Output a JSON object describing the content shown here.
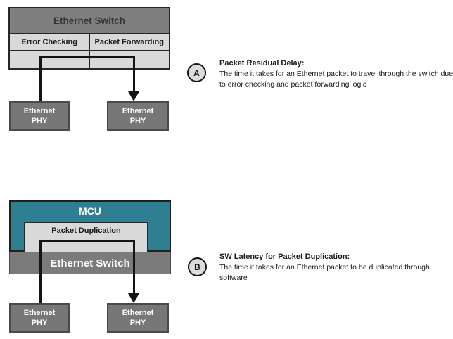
{
  "colors": {
    "mcu_teal": "#2F7F93",
    "switch_gray": "#7F7F7F",
    "light_gray": "#D9D9D9",
    "phy_gray": "#777777",
    "line_black": "#141414"
  },
  "shared": {
    "phy_line1": "Ethernet",
    "phy_line2": "PHY"
  },
  "diagram_a": {
    "switch_title": "Ethernet Switch",
    "left_cell": "Error Checking",
    "right_cell": "Packet Forwarding",
    "callout": {
      "letter": "A",
      "title": "Packet Residual Delay:",
      "body": "The time it takes for an Ethernet packet to travel through the switch due to error checking and packet forwarding logic"
    }
  },
  "diagram_b": {
    "mcu_title": "MCU",
    "duplication_label": "Packet Duplication",
    "switch_title": "Ethernet Switch",
    "callout": {
      "letter": "B",
      "title": "SW Latency for Packet Duplication:",
      "body": "The time it takes for an Ethernet packet to be duplicated through software"
    }
  }
}
